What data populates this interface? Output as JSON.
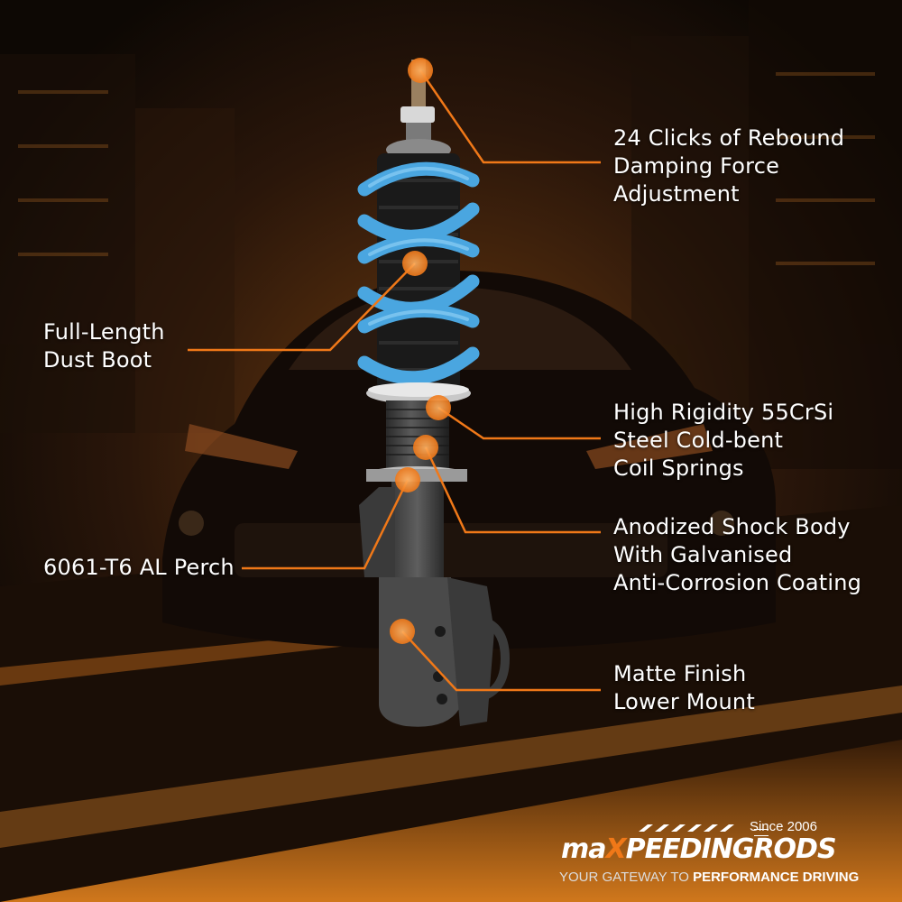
{
  "callouts": [
    {
      "id": "rebound",
      "lines": [
        "24 Clicks of Rebound",
        "Damping Force",
        "Adjustment"
      ]
    },
    {
      "id": "boot",
      "lines": [
        "Full-Length",
        "Dust Boot"
      ]
    },
    {
      "id": "springs",
      "lines": [
        "High Rigidity 55CrSi",
        "Steel Cold-bent",
        "Coil Springs"
      ]
    },
    {
      "id": "body",
      "lines": [
        "Anodized Shock Body",
        "With Galvanised",
        "Anti-Corrosion Coating"
      ]
    },
    {
      "id": "perch",
      "lines": [
        "6061-T6 AL Perch"
      ]
    },
    {
      "id": "mount",
      "lines": [
        "Matte Finish",
        "Lower Mount"
      ]
    }
  ],
  "brand": {
    "since": "Since 2006",
    "logo_prefix": "maX",
    "logo_mid": "PEEDING",
    "logo_suffix": "RODS",
    "tagline_regular": "YOUR GATEWAY TO",
    "tagline_bold": "PERFORMANCE DRIVING"
  },
  "colors": {
    "accent": "#f07818",
    "spring": "#4aa6e0",
    "background": "#1a0f06"
  },
  "icons": [
    "callout-dot",
    "checkered-flag-icon"
  ]
}
